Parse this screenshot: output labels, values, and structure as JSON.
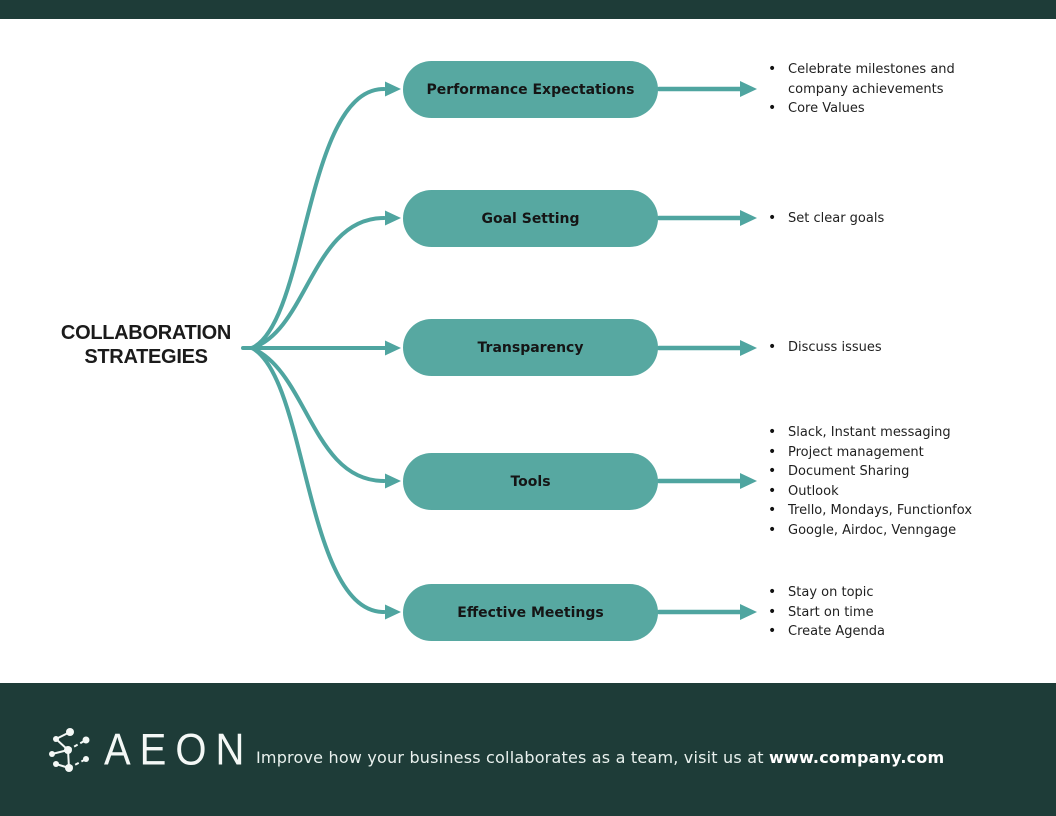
{
  "title": {
    "line1": "COLLABORATION",
    "line2": "STRATEGIES"
  },
  "rows": [
    {
      "label": "Performance Expectations",
      "bullets": [
        "Celebrate milestones and company achievements",
        "Core Values"
      ]
    },
    {
      "label": "Goal Setting",
      "bullets": [
        "Set clear goals"
      ]
    },
    {
      "label": "Transparency",
      "bullets": [
        "Discuss issues"
      ]
    },
    {
      "label": "Tools",
      "bullets": [
        "Slack, Instant messaging",
        "Project management",
        "Document Sharing",
        "Outlook",
        "Trello, Mondays, Functionfox",
        "Google, Airdoc, Venngage"
      ]
    },
    {
      "label": "Effective Meetings",
      "bullets": [
        "Stay on topic",
        "Start on time",
        "Create Agenda"
      ]
    }
  ],
  "footer": {
    "brand": "AEON",
    "tagline_text": "Improve how your business collaborates as a team, visit us at ",
    "tagline_link": "www.company.com"
  },
  "icons": {
    "logo": "network-nodes-icon"
  },
  "colors": {
    "header_footer_bar": "#1e3c38",
    "pill_fill": "#57a8a1",
    "connector": "#4fa5a0",
    "title_text": "#1b1b1b",
    "footer_text": "#e9f1ee"
  }
}
